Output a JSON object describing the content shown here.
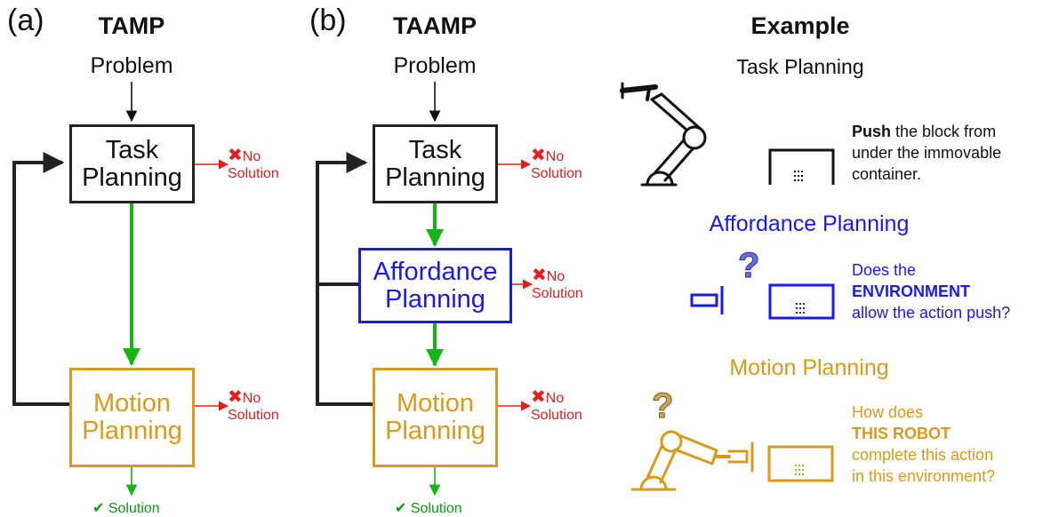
{
  "panel_a": {
    "tag": "(a)",
    "title": "TAMP",
    "problem": "Problem",
    "task_box": "Task\nPlanning",
    "motion_box": "Motion\nPlanning",
    "no_solution_1": "No\nSolution",
    "no_solution_2": "No\nSolution",
    "solution": "Solution"
  },
  "panel_b": {
    "tag": "(b)",
    "title": "TAAMP",
    "problem": "Problem",
    "task_box": "Task\nPlanning",
    "affordance_box": "Affordance\nPlanning",
    "motion_box": "Motion\nPlanning",
    "no_solution_1": "No\nSolution",
    "no_solution_2": "No\nSolution",
    "no_solution_3": "No\nSolution",
    "solution": "Solution"
  },
  "example": {
    "title": "Example",
    "task_heading": "Task Planning",
    "task_bold": "Push",
    "task_rest": " the block from under the immovable container.",
    "affordance_heading": "Affordance Planning",
    "affordance_line1": "Does the",
    "affordance_bold": "ENVIRONMENT",
    "affordance_line3": "allow the action push?",
    "motion_heading": "Motion Planning",
    "motion_line1": "How does",
    "motion_bold": "THIS ROBOT",
    "motion_line3": "complete this action",
    "motion_line4": "in this environment?"
  },
  "colors": {
    "task": "#222222",
    "affordance": "#1a1ae6",
    "motion": "#d99a1b",
    "failure": "#e41d1d",
    "success": "#0a9b0a"
  },
  "icons": [
    "question-mark-icon",
    "x-mark-icon",
    "check-mark-icon",
    "robot-arm-icon",
    "container-icon",
    "gripper-icon"
  ]
}
